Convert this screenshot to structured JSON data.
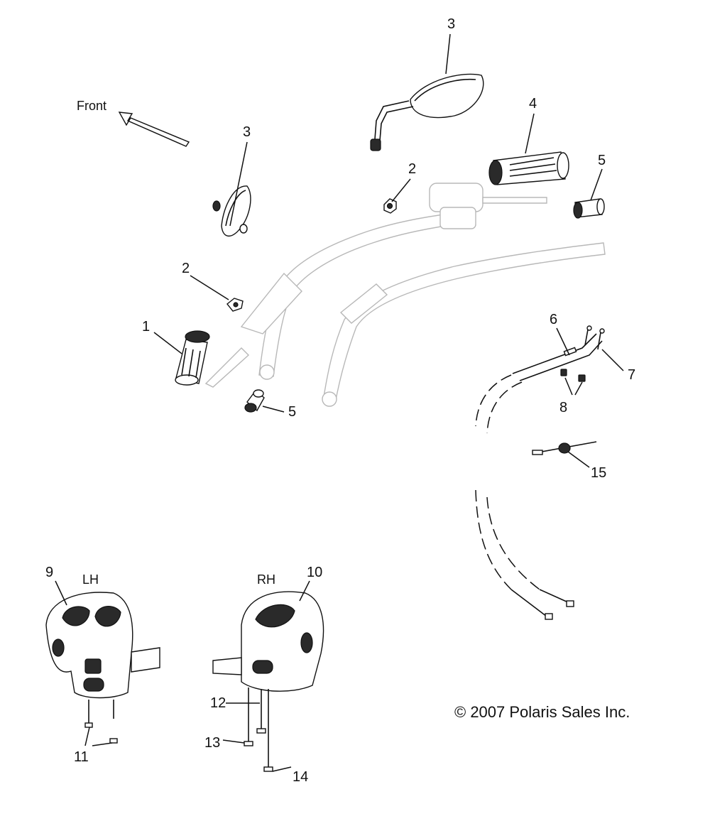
{
  "direction": {
    "label": "Front"
  },
  "side_labels": {
    "left": "LH",
    "right": "RH"
  },
  "callouts": {
    "c1": "1",
    "c2a": "2",
    "c2b": "2",
    "c3a": "3",
    "c3b": "3",
    "c4": "4",
    "c5a": "5",
    "c5b": "5",
    "c6": "6",
    "c7": "7",
    "c8": "8",
    "c9": "9",
    "c10": "10",
    "c11": "11",
    "c12": "12",
    "c13": "13",
    "c14": "14",
    "c15": "15"
  },
  "copyright": "© 2007 Polaris Sales Inc."
}
